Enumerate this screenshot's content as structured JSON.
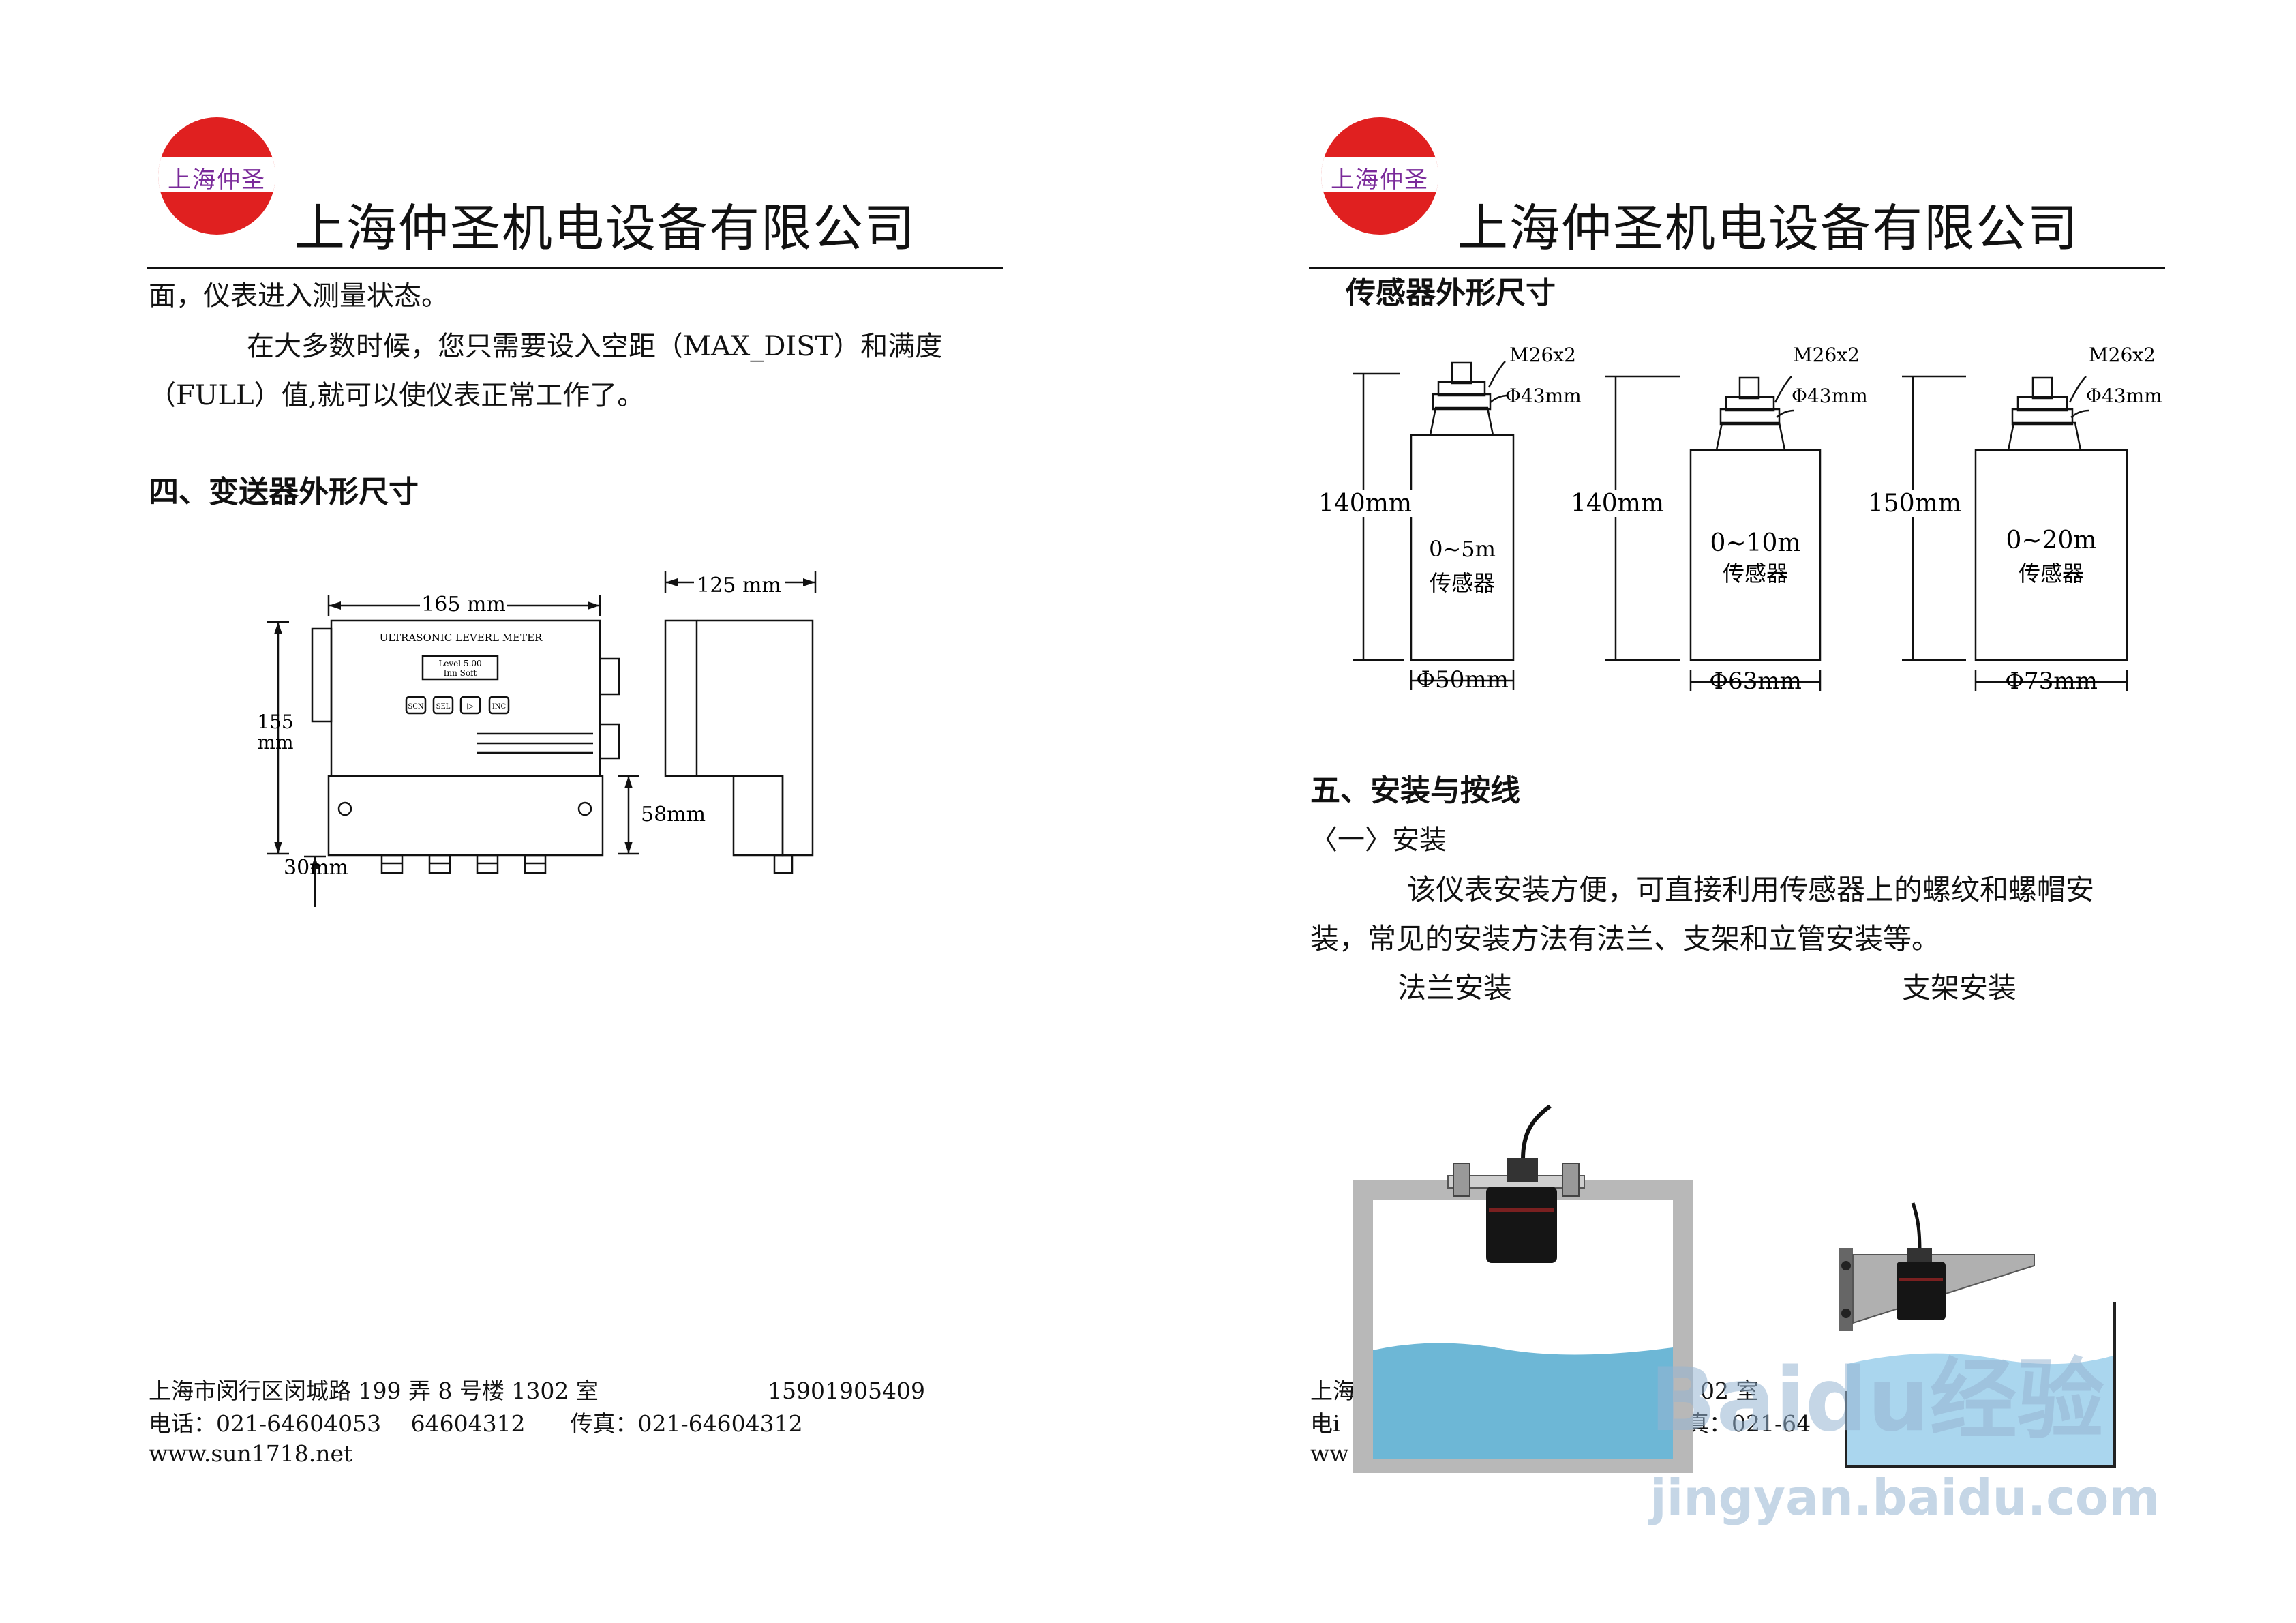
{
  "header": {
    "logo_text": "上海仲圣",
    "company": "上海仲圣机电设备有限公司"
  },
  "left": {
    "para1": "面，仪表进入测量状态。",
    "para2_line1": "在大多数时候，您只需要设入空距（MAX_DIST）和满度",
    "para2_line2": "（FULL）值,就可以使仪表正常工作了。",
    "section_title": "四、变送器外形尺寸",
    "transmitter_drawing": {
      "width_label": "165 mm",
      "depth_label": "125 mm",
      "height_label_1": "155",
      "height_label_2": "mm",
      "lower_label": "58mm",
      "bottom_label": "30mm",
      "panel_title": "ULTRASONIC LEVERL METER",
      "display_line1": "Level 5.00",
      "display_line2": "Inn  Soft",
      "buttons": [
        "SCN",
        "SEL",
        "▷",
        "INC"
      ]
    },
    "footer": {
      "address": "上海市闵行区闵城路 199 弄 8 号楼 1302 室",
      "mobile": "15901905409",
      "phone": "电话：021-64604053　 64604312　　传真：021-64604312",
      "website": "www.sun1718.net"
    }
  },
  "right": {
    "sensor_title": "传感器外形尺寸",
    "sensors": [
      {
        "thread": "M26x2",
        "nut": "Φ43mm",
        "height": "140mm",
        "range": "0~5m",
        "name": "传感器",
        "diameter": "Φ50mm"
      },
      {
        "thread": "M26x2",
        "nut": "Φ43mm",
        "height": "140mm",
        "range": "0~10m",
        "name": "传感器",
        "diameter": "Φ63mm"
      },
      {
        "thread": "M26x2",
        "nut": "Φ43mm",
        "height": "150mm",
        "range": "0~20m",
        "name": "传感器",
        "diameter": "Φ73mm"
      }
    ],
    "section5_title": "五、安装与按线",
    "subsection": "〈一〉安装",
    "install_line1": "该仪表安装方便，可直接利用传感器上的螺纹和螺帽安",
    "install_line2": "装，常见的安装方法有法兰、支架和立管安装等。",
    "flange_caption": "法兰安装",
    "bracket_caption": "支架安装",
    "footer_fragments": [
      "上海",
      "电i",
      "ww",
      "02 室",
      "真：021-64"
    ]
  },
  "watermark": {
    "brand": "Baidu经验",
    "url": "jingyan.baidu.com"
  }
}
